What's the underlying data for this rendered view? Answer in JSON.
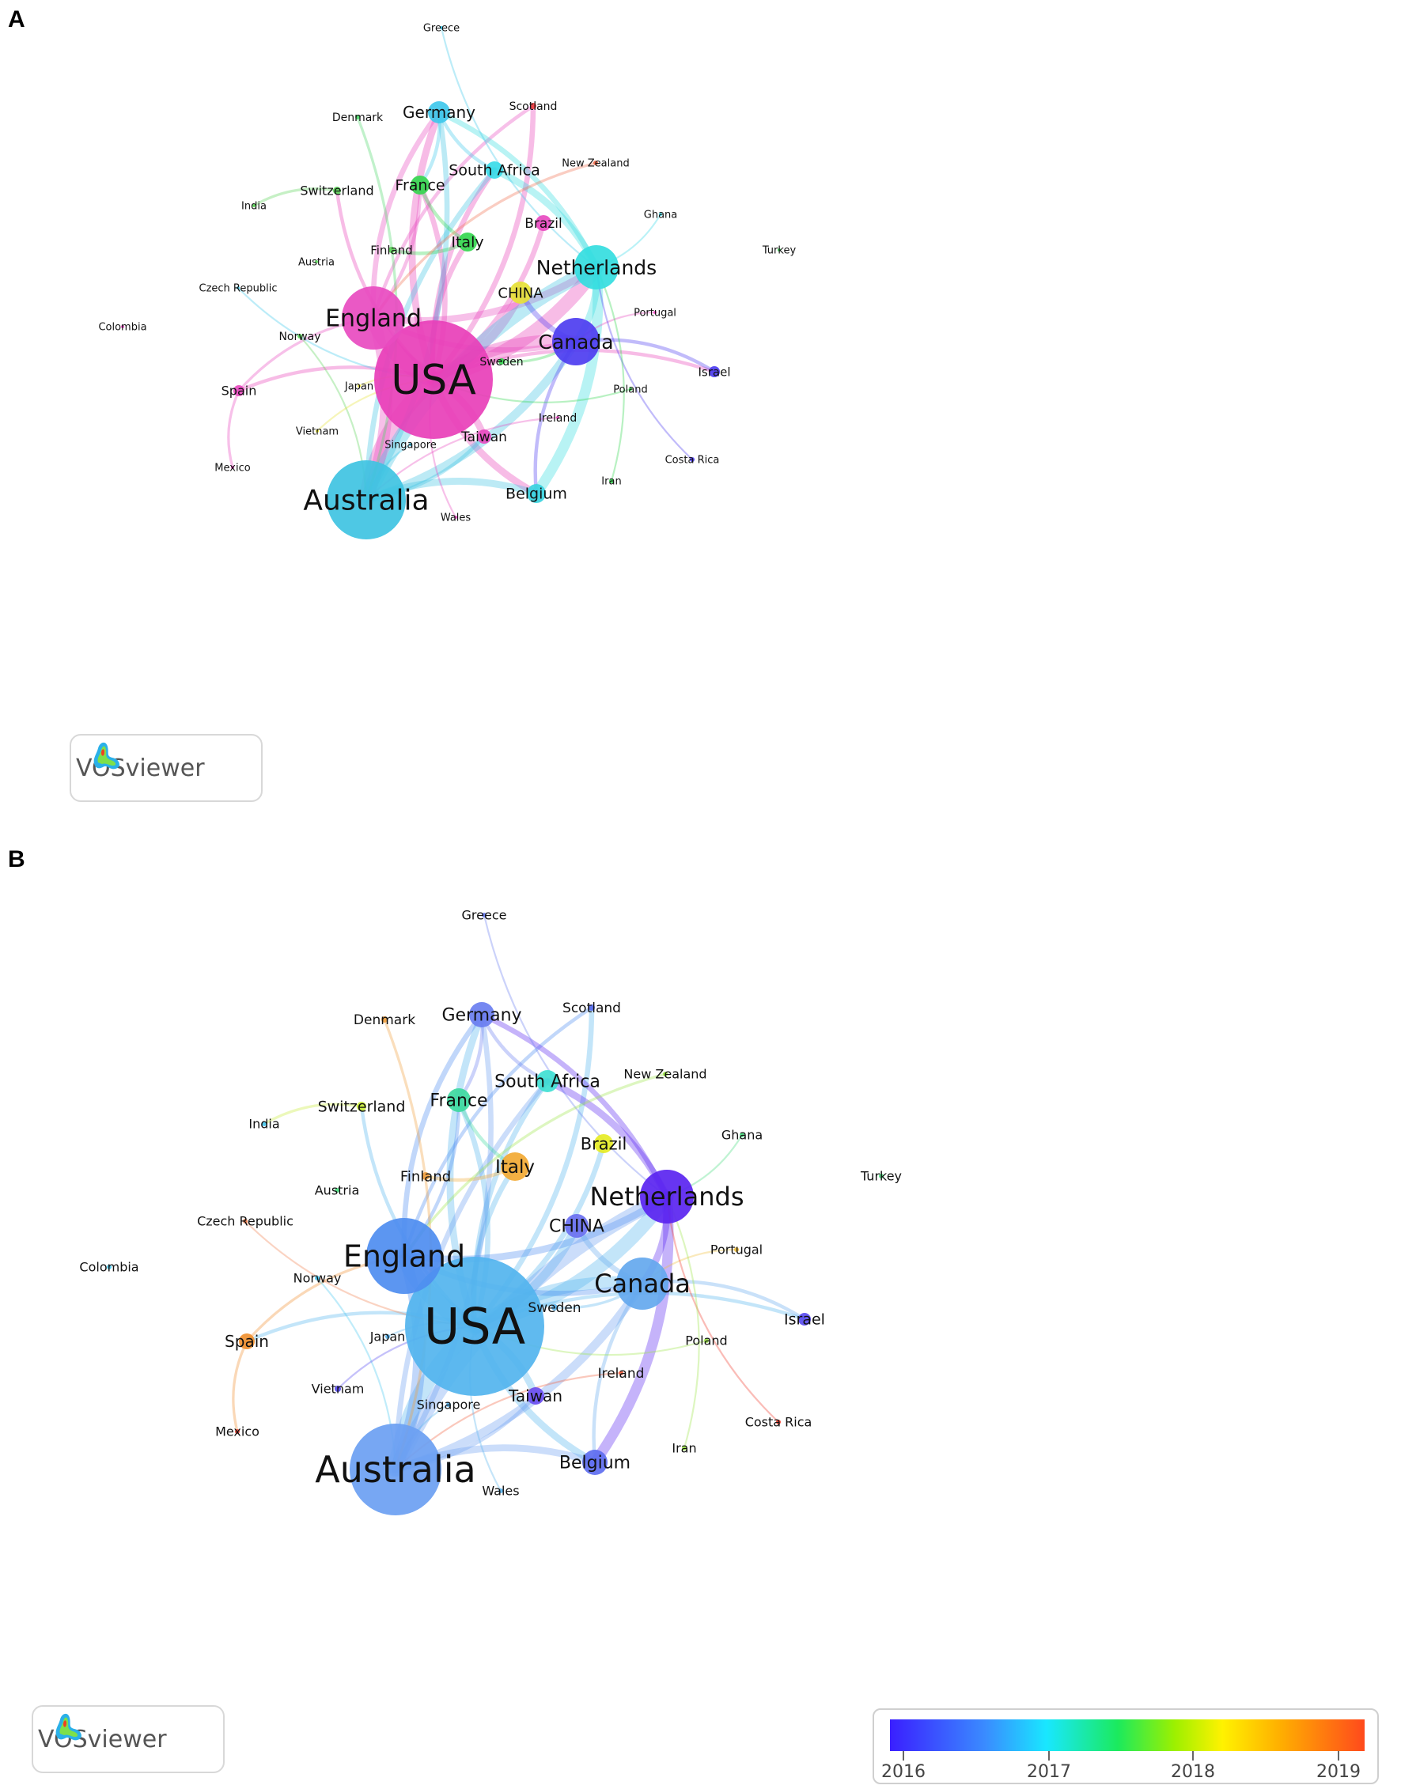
{
  "panels": [
    {
      "label": "A",
      "logo_text": "VOSviewer",
      "nodes": [
        {
          "name": "USA",
          "color": "#e83fb8"
        },
        {
          "name": "England",
          "color": "#e84bc0"
        },
        {
          "name": "Australia",
          "color": "#3fc3e2"
        },
        {
          "name": "Canada",
          "color": "#4d3df0"
        },
        {
          "name": "Netherlands",
          "color": "#34dde0"
        },
        {
          "name": "Germany",
          "color": "#3fc8ec"
        },
        {
          "name": "France",
          "color": "#35d64f"
        },
        {
          "name": "Italy",
          "color": "#35d64f"
        },
        {
          "name": "CHINA",
          "color": "#e6e236"
        },
        {
          "name": "South Africa",
          "color": "#3adbe8"
        },
        {
          "name": "Belgium",
          "color": "#3ad4e0"
        },
        {
          "name": "Brazil",
          "color": "#e84bc0"
        },
        {
          "name": "Taiwan",
          "color": "#e84bc0"
        },
        {
          "name": "Spain",
          "color": "#e84bc0"
        },
        {
          "name": "Israel",
          "color": "#4d3df0"
        },
        {
          "name": "Switzerland",
          "color": "#5dd55a"
        },
        {
          "name": "Scotland",
          "color": "#f04040"
        },
        {
          "name": "Denmark",
          "color": "#4dd66a"
        },
        {
          "name": "Sweden",
          "color": "#35d64f"
        },
        {
          "name": "Greece",
          "color": "#3fc8ec"
        },
        {
          "name": "New Zealand",
          "color": "#f07050"
        },
        {
          "name": "Ghana",
          "color": "#3adbe8"
        },
        {
          "name": "Turkey",
          "color": "#35d64f"
        },
        {
          "name": "India",
          "color": "#5dd55a"
        },
        {
          "name": "Finland",
          "color": "#5dd55a"
        },
        {
          "name": "Austria",
          "color": "#5dd55a"
        },
        {
          "name": "Czech Republic",
          "color": "#3fc8ec"
        },
        {
          "name": "Colombia",
          "color": "#e84bc0"
        },
        {
          "name": "Norway",
          "color": "#5dd55a"
        },
        {
          "name": "Portugal",
          "color": "#e84bc0"
        },
        {
          "name": "Japan",
          "color": "#e6e236"
        },
        {
          "name": "Poland",
          "color": "#35d64f"
        },
        {
          "name": "Ireland",
          "color": "#e84bc0"
        },
        {
          "name": "Vietnam",
          "color": "#e6e236"
        },
        {
          "name": "Singapore",
          "color": "#3fc8ec"
        },
        {
          "name": "Costa Rica",
          "color": "#4d3df0"
        },
        {
          "name": "Iran",
          "color": "#35d64f"
        },
        {
          "name": "Wales",
          "color": "#e84bc0"
        },
        {
          "name": "Mexico",
          "color": "#e84bc0"
        }
      ]
    },
    {
      "label": "B",
      "logo_text": "VOSviewer",
      "colorbar_ticks": [
        "2016",
        "2017",
        "2018",
        "2019"
      ],
      "nodes": [
        {
          "name": "USA",
          "color": "#52b4ee"
        },
        {
          "name": "England",
          "color": "#4e8df0"
        },
        {
          "name": "Australia",
          "color": "#6b9ff2"
        },
        {
          "name": "Canada",
          "color": "#64a8ee"
        },
        {
          "name": "Netherlands",
          "color": "#5a24f0"
        },
        {
          "name": "Germany",
          "color": "#6a7ef0"
        },
        {
          "name": "France",
          "color": "#3ed9a0"
        },
        {
          "name": "Italy",
          "color": "#f2a933"
        },
        {
          "name": "CHINA",
          "color": "#6a70f0"
        },
        {
          "name": "South Africa",
          "color": "#3fe0d2"
        },
        {
          "name": "Belgium",
          "color": "#5e6ef0"
        },
        {
          "name": "Brazil",
          "color": "#e6ec25"
        },
        {
          "name": "Taiwan",
          "color": "#6a4df0"
        },
        {
          "name": "Spain",
          "color": "#f09030"
        },
        {
          "name": "Israel",
          "color": "#5a4cf0"
        },
        {
          "name": "Switzerland",
          "color": "#c8ec3a"
        },
        {
          "name": "Scotland",
          "color": "#5a6ef0"
        },
        {
          "name": "Denmark",
          "color": "#f0a040"
        },
        {
          "name": "Sweden",
          "color": "#5ab4ee"
        },
        {
          "name": "Greece",
          "color": "#6a7ef0"
        },
        {
          "name": "New Zealand",
          "color": "#9de64a"
        },
        {
          "name": "Ghana",
          "color": "#4ade80"
        },
        {
          "name": "Turkey",
          "color": "#4ade80"
        },
        {
          "name": "India",
          "color": "#4ac8f0"
        },
        {
          "name": "Finland",
          "color": "#f0a040"
        },
        {
          "name": "Austria",
          "color": "#4ade80"
        },
        {
          "name": "Czech Republic",
          "color": "#f08050"
        },
        {
          "name": "Colombia",
          "color": "#4ac8f0"
        },
        {
          "name": "Norway",
          "color": "#4ac8f0"
        },
        {
          "name": "Portugal",
          "color": "#f0c040"
        },
        {
          "name": "Japan",
          "color": "#5ab4ee"
        },
        {
          "name": "Poland",
          "color": "#9de64a"
        },
        {
          "name": "Ireland",
          "color": "#f06040"
        },
        {
          "name": "Vietnam",
          "color": "#5a4cf0"
        },
        {
          "name": "Singapore",
          "color": "#5ab4ee"
        },
        {
          "name": "Costa Rica",
          "color": "#f04030"
        },
        {
          "name": "Iran",
          "color": "#9de64a"
        },
        {
          "name": "Wales",
          "color": "#5ab4ee"
        },
        {
          "name": "Mexico",
          "color": "#f04030"
        }
      ]
    }
  ]
}
